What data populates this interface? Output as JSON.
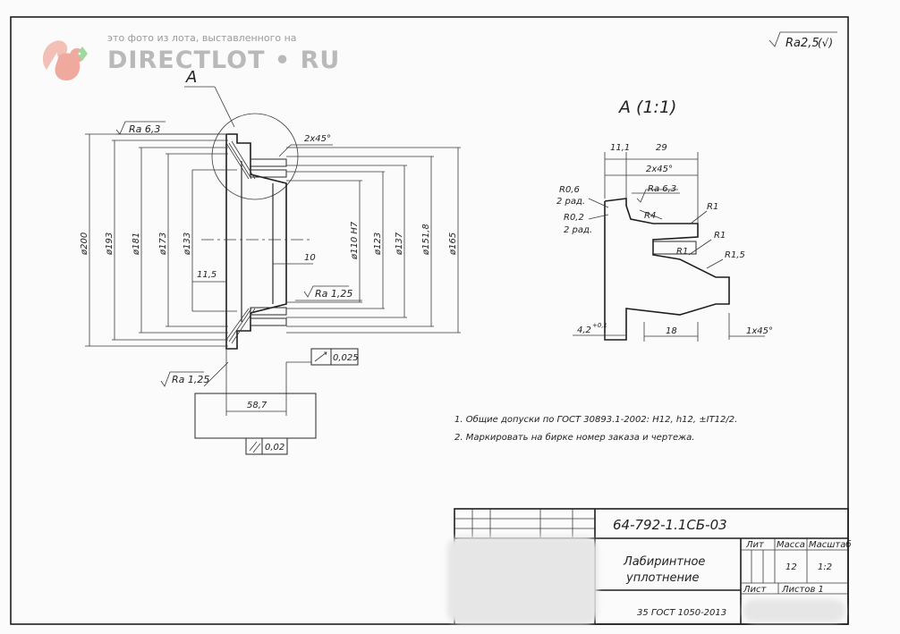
{
  "watermark": {
    "caption": "это фото из лота, выставленного на",
    "brand": "DIRECTLOT • RU"
  },
  "roughness_general": {
    "text": "Ra2,5",
    "mark": "(√)"
  },
  "view_label": "A",
  "detail": {
    "title": "A (1:1)",
    "dims": {
      "d1": "11,1",
      "d2": "29",
      "chamfer": "2x45°",
      "ra": "Ra 6,3",
      "r06": "R0,6",
      "r06_count": "2 рад.",
      "r02": "R0,2",
      "r02_count": "2 рад.",
      "r4": "R4",
      "r1a": "R1",
      "r1b": "R1",
      "r1c": "R1",
      "r15": "R1,5",
      "d42": "4,2",
      "d42_tol": "+0,1",
      "d18": "18",
      "chamfer2": "1x45°"
    }
  },
  "main": {
    "dims": {
      "ra63": "Ra 6,3",
      "chamfer": "2x45°",
      "d200": "ø200",
      "d193": "ø193",
      "d181": "ø181",
      "d173": "ø173",
      "d133": "ø133",
      "d115": "11,5",
      "d10": "10",
      "d110": "ø110 H7",
      "d123": "ø123",
      "d137": "ø137",
      "d1518": "ø151,8",
      "d165": "ø165",
      "ra125a": "Ra 1,25",
      "ra125b": "Ra 1,25",
      "d587": "58,7",
      "runout": "0,025",
      "parallel": "0,02"
    }
  },
  "notes": [
    "1. Общие допуски по ГОСТ 30893.1-2002: H12, h12, ±IT12/2.",
    "2. Маркировать на бирке номер заказа и чертежа."
  ],
  "title_block": {
    "designation": "64-792-1.1СБ-03",
    "name_line1": "Лабиринтное",
    "name_line2": "уплотнение",
    "material": "35 ГОСТ 1050-2013",
    "lit_header": "Лит",
    "mass_header": "Масса",
    "scale_header": "Масштаб",
    "mass_value": "12",
    "scale_value": "1:2",
    "sheet_label": "Лист",
    "sheets_label": "Листов 1"
  }
}
